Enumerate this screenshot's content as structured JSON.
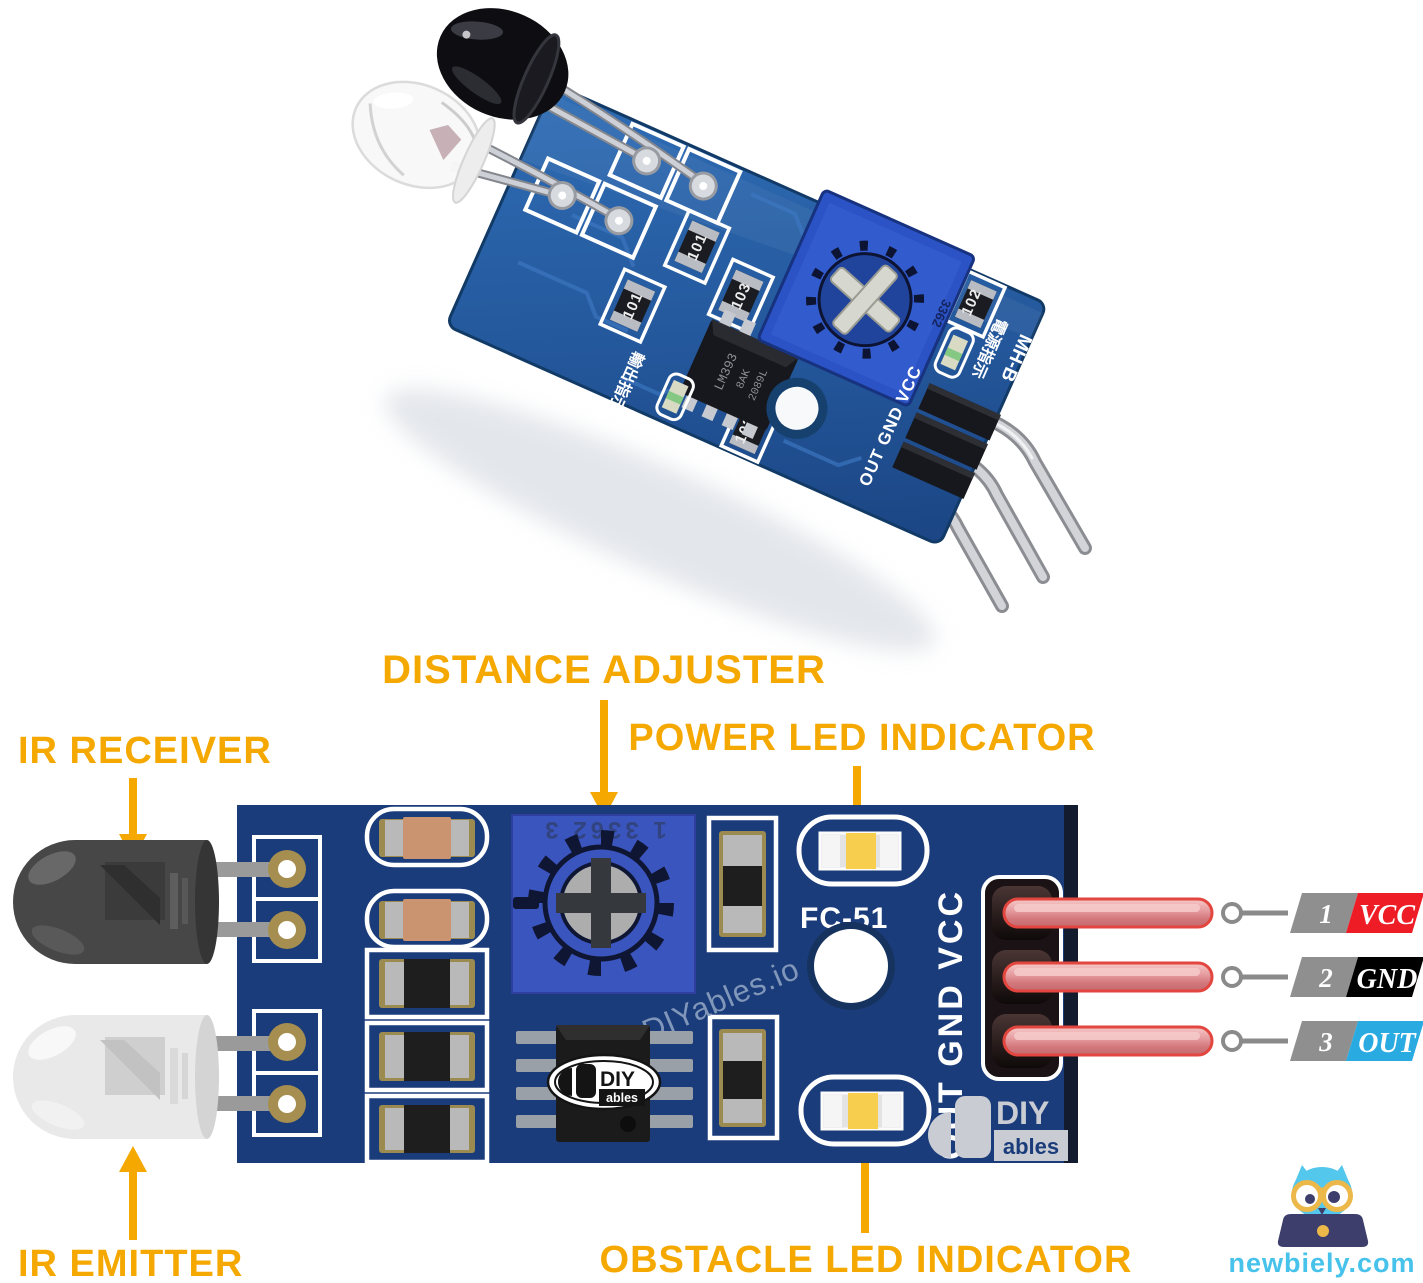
{
  "page": {
    "background": "#FFFFFF"
  },
  "annotations": {
    "color": "#F5A800",
    "distance_adjuster": "DISTANCE ADJUSTER",
    "ir_receiver": "IR RECEIVER",
    "power_led": "POWER LED INDICATOR",
    "ir_emitter": "IR EMITTER",
    "obstacle_led": "OBSTACLE LED INDICATOR"
  },
  "photo": {
    "silkscreen": {
      "pins": "OUT GND VCC",
      "model": "MH-B",
      "cn_power": "電源指示",
      "cn_output": "輸出指示"
    },
    "ic_marking": {
      "line1": "LM393",
      "line2": "8AK",
      "line3": "2089L"
    },
    "pot_marking": "3362",
    "smd_labels": [
      "101",
      "103",
      "101",
      "102",
      "102"
    ]
  },
  "diagram": {
    "board_color": "#1B3C7A",
    "pot_color": "#3B55BE",
    "model": "FC-51",
    "header_label": "OUT GND VCC",
    "pot_marking": "1 3362 3",
    "watermark": "DIYables.io",
    "ic_logo": {
      "line1": "DIY",
      "line2": "ables"
    },
    "corner_logo": {
      "line1": "DIY",
      "line2": "ables"
    }
  },
  "pins": [
    {
      "number": "1",
      "name": "VCC",
      "color": "#EE1C25"
    },
    {
      "number": "2",
      "name": "GND",
      "color": "#000000"
    },
    {
      "number": "3",
      "name": "OUT",
      "color": "#29ABE2"
    }
  ],
  "footer": {
    "site": "newbiely.com",
    "site_color": "#47C2EA"
  }
}
